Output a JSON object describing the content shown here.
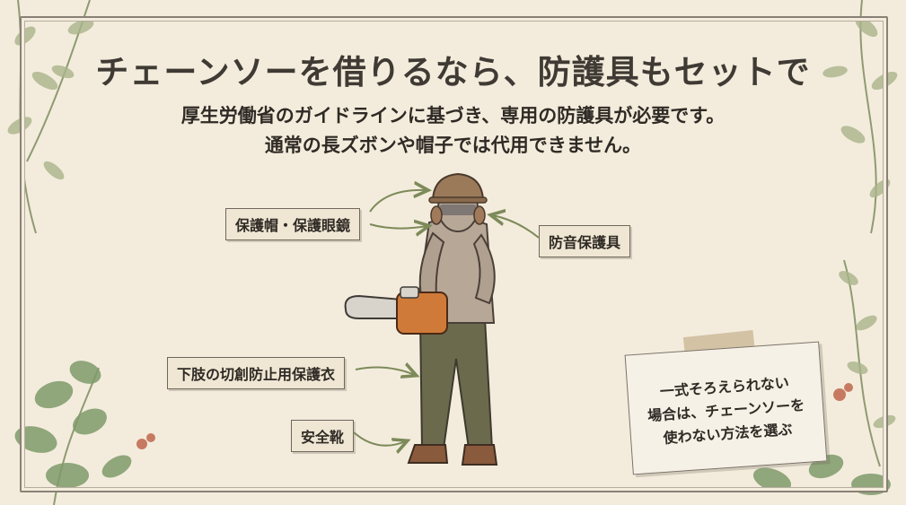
{
  "title": "チェーンソーを借りるなら、防護具もセットで",
  "subtitle": {
    "line1": "厚生労働省のガイドラインに基づき、専用の防護具が必要です。",
    "line2": "通常の長ズボンや帽子では代用できません。"
  },
  "labels": {
    "helmet": "保護帽・保護眼鏡",
    "ear": "防音保護具",
    "leg": "下肢の切創防止用保護衣",
    "boots": "安全靴"
  },
  "note": {
    "line1": "一式そろえられない",
    "line2": "場合は、チェーンソーを",
    "line3": "使わない方法を選ぶ"
  }
}
